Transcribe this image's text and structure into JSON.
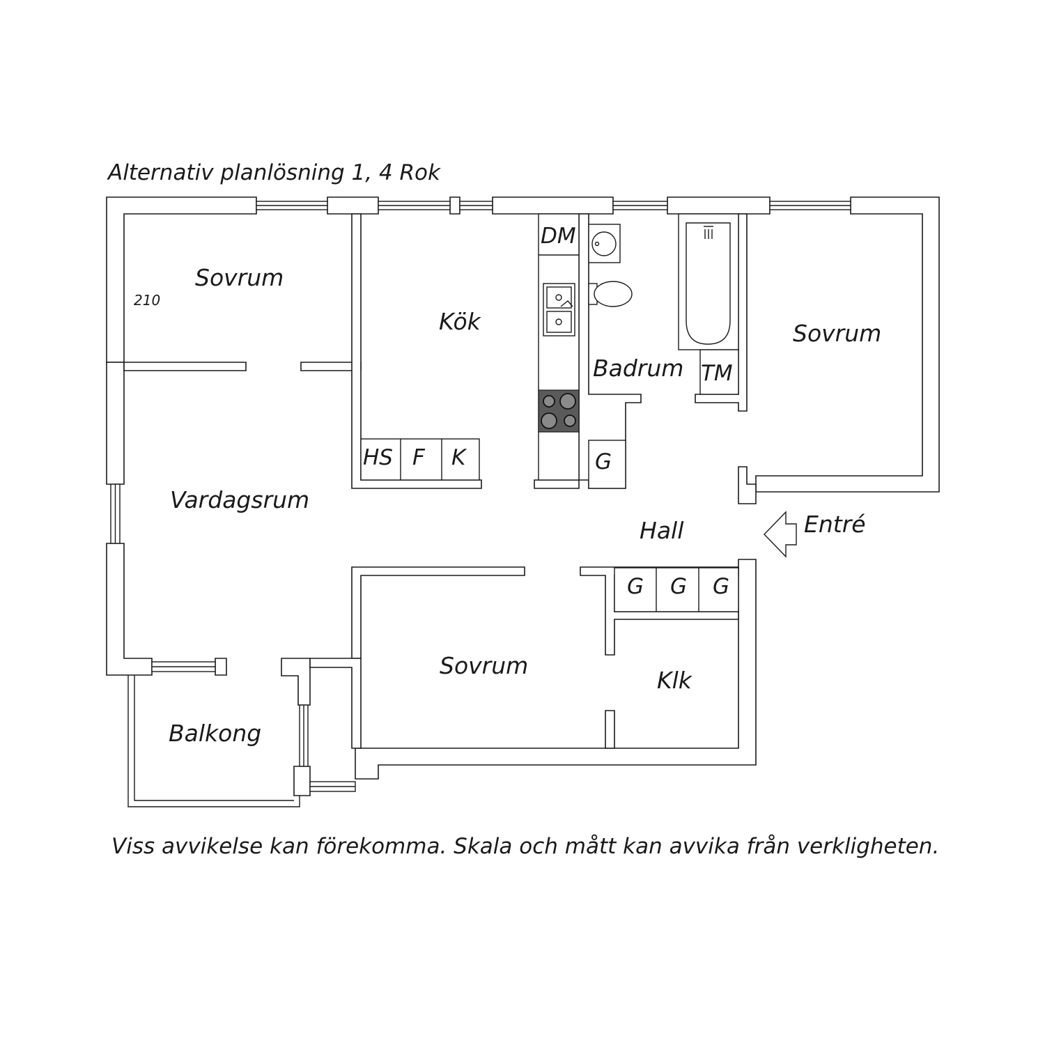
{
  "title": "Alternativ planlösning 1, 4 Rok",
  "disclaimer": "Viss avvikelse kan förekomma. Skala och mått kan avvika från verkligheten.",
  "rooms": {
    "sovrum_1": "Sovrum",
    "sovrum_2": "Sovrum",
    "sovrum_3": "Sovrum",
    "kok": "Kök",
    "badrum": "Badrum",
    "vardagsrum": "Vardagsrum",
    "hall": "Hall",
    "klk": "Klk",
    "balkong": "Balkong"
  },
  "fixtures": {
    "dm": "DM",
    "tm": "TM",
    "hs": "HS",
    "f": "F",
    "k": "K",
    "g_bath": "G",
    "g_1": "G",
    "g_2": "G",
    "g_3": "G"
  },
  "entrance": "Entré",
  "dimension_note": "210"
}
